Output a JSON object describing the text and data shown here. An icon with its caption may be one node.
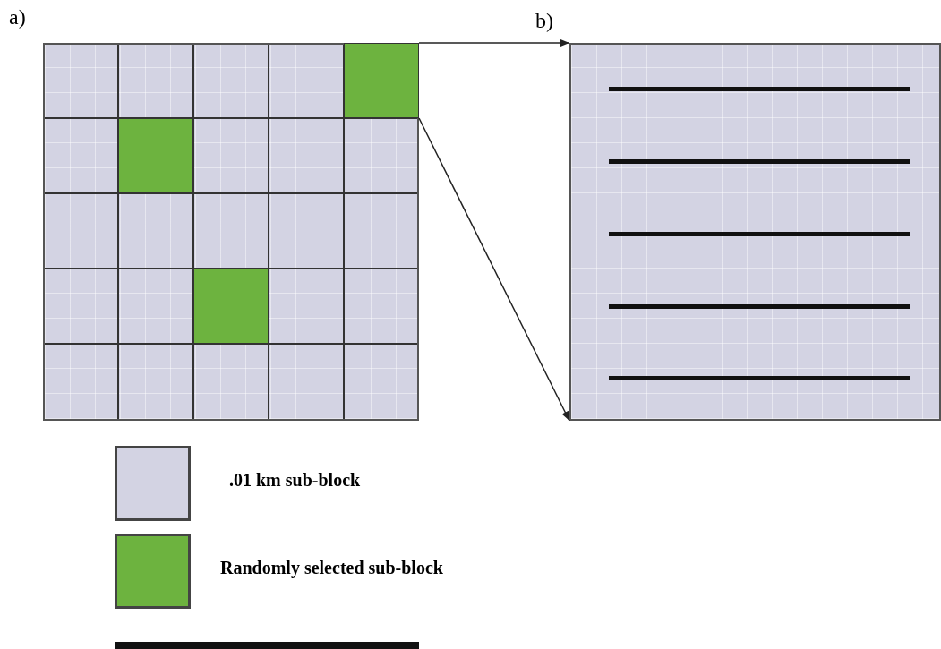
{
  "diagram": {
    "nodes": [
      {
        "text": [
          "a)"
        ]
      },
      {
        "text": [],
        "shape": "box",
        "in": 0
      },
      {
        "text": [],
        "shape": "box",
        "in": 0
      },
      {
        "text": [],
        "shape": "box",
        "in": 0
      },
      {
        "text": [
          "b)"
        ]
      }
    ],
    "edges": [
      {
        "from": 1,
        "to": 4,
        "arrow": "to"
      },
      {
        "from": 1,
        "to": 4,
        "arrow": "to"
      }
    ],
    "legend": [
      {
        "text": ".01 km sub-block",
        "color": "#d3d3e3"
      },
      {
        "text": "Randomly selected sub-block",
        "color": "#6db33f"
      }
    ]
  }
}
